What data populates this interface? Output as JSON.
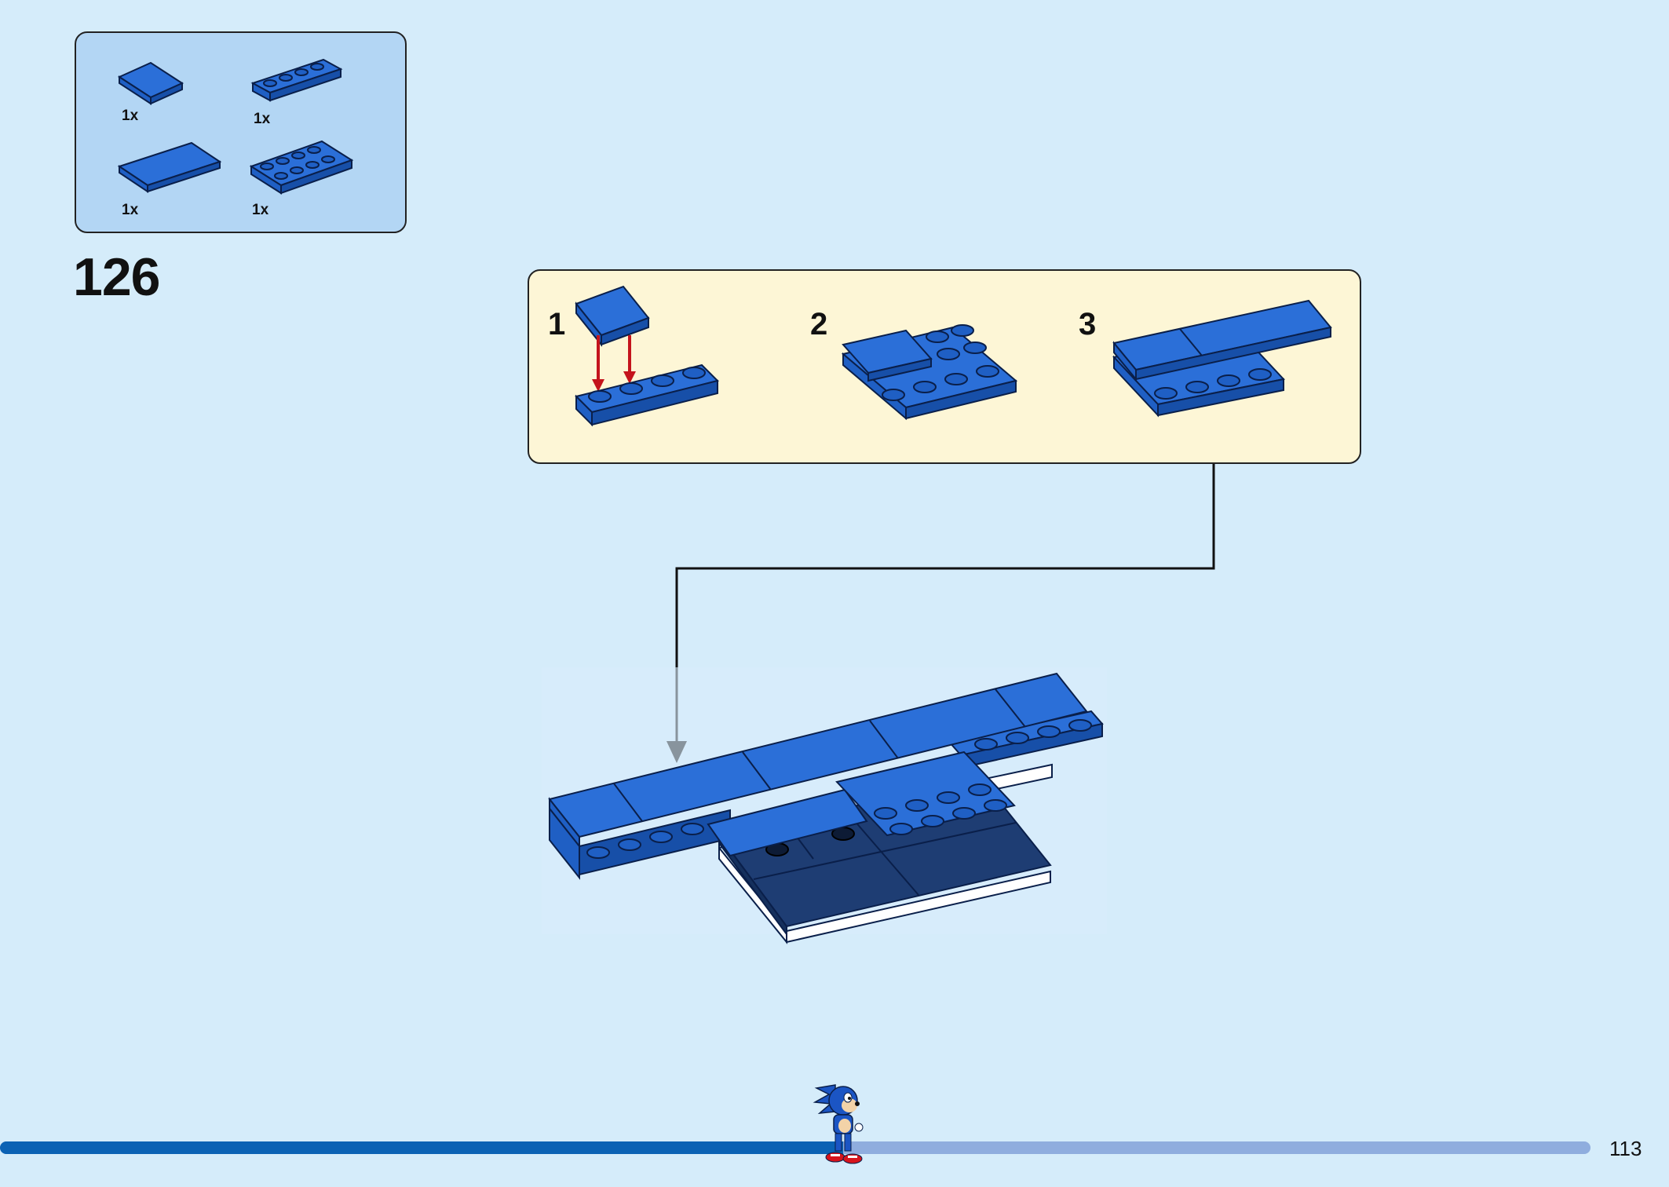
{
  "page": {
    "background": "#d5ecfa",
    "number": "113"
  },
  "parts_list": {
    "background": "#b3d6f4",
    "items": [
      {
        "name": "tile 2x2 blue",
        "qty": "1x"
      },
      {
        "name": "plate 1x4 blue",
        "qty": "1x"
      },
      {
        "name": "tile 2x4 blue",
        "qty": "1x"
      },
      {
        "name": "plate 2x4 blue",
        "qty": "1x"
      }
    ]
  },
  "step": {
    "number": "126"
  },
  "sub_assembly": {
    "background": "#fdf6d6",
    "steps": [
      {
        "label": "1"
      },
      {
        "label": "2"
      },
      {
        "label": "3"
      }
    ]
  },
  "colors": {
    "brick_blue": "#1f5fc4",
    "brick_blue_light": "#2b6fd8",
    "brick_blue_dark": "#123f8f",
    "dark_blue": "#1e3d73",
    "arrow_red": "#c4141c"
  },
  "progress": {
    "fraction": 0.53,
    "fill_color": "#0b62b4",
    "track_color": "#8fadde"
  },
  "mascot": {
    "icon": "sonic-minifigure-icon"
  }
}
